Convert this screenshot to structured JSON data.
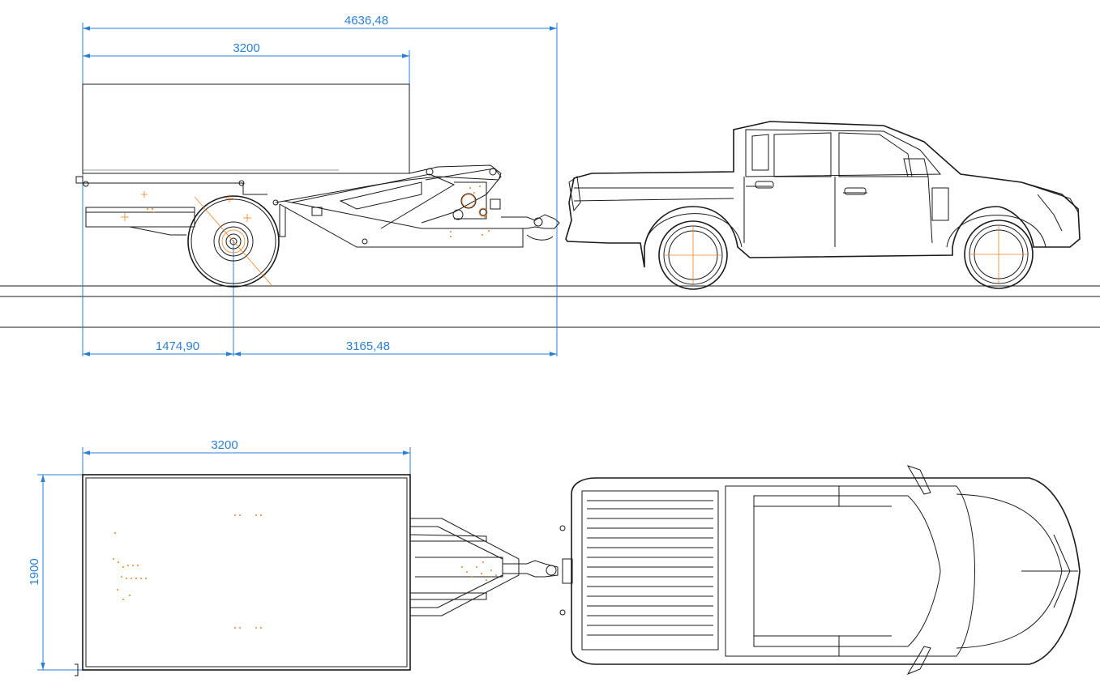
{
  "colors": {
    "dimension": "#2a7fd4",
    "line": "#1a1a1a",
    "centerline": "#f08020",
    "background": "#ffffff"
  },
  "side_view": {
    "overall_length": "4636,48",
    "box_length": "3200",
    "front_overhang": "1474,90",
    "axle_to_coupling": "3165,48"
  },
  "top_view": {
    "box_length": "3200",
    "box_width": "1900"
  }
}
